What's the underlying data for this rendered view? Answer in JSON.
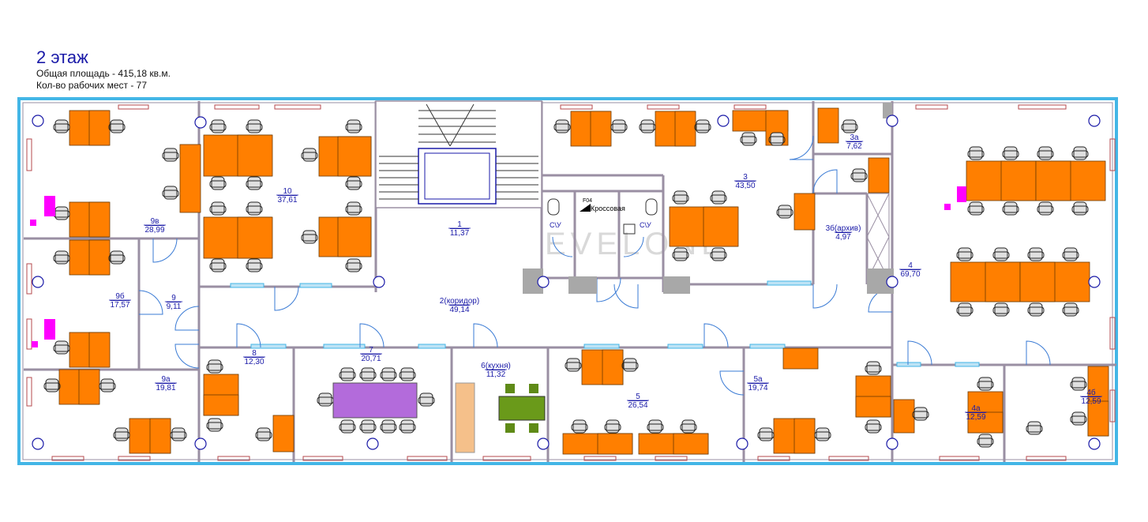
{
  "header": {
    "title": "2 этаж",
    "total_area": "Общая площадь - 415,18 кв.м.",
    "workplaces": "Кол-во рабочих мест -  77"
  },
  "rooms": [
    {
      "id": "1",
      "name": "1",
      "area": "11,37"
    },
    {
      "id": "2",
      "name": "2(коридор)",
      "area": "49,14"
    },
    {
      "id": "3",
      "name": "3",
      "area": "43,50"
    },
    {
      "id": "3a",
      "name": "3а",
      "area": "7,62"
    },
    {
      "id": "3b",
      "name": "3б(архив)",
      "area": "4,97"
    },
    {
      "id": "4",
      "name": "4",
      "area": "69,70"
    },
    {
      "id": "4a",
      "name": "4а",
      "area": "12,59"
    },
    {
      "id": "4b",
      "name": "4б",
      "area": "12,59"
    },
    {
      "id": "5",
      "name": "5",
      "area": "26,54"
    },
    {
      "id": "5a",
      "name": "5а",
      "area": "19,74"
    },
    {
      "id": "6",
      "name": "6(кухня)",
      "area": "11,32"
    },
    {
      "id": "7",
      "name": "7",
      "area": "20,71"
    },
    {
      "id": "8",
      "name": "8",
      "area": "12,30"
    },
    {
      "id": "9",
      "name": "9",
      "area": "9,11"
    },
    {
      "id": "9a",
      "name": "9а",
      "area": "19,81"
    },
    {
      "id": "9b",
      "name": "9б",
      "area": "17,57"
    },
    {
      "id": "9v",
      "name": "9в",
      "area": "28,99"
    },
    {
      "id": "10",
      "name": "10",
      "area": "37,61"
    }
  ],
  "labels": {
    "wc1": "С\\У",
    "wc2": "С\\У",
    "server_code": "F04",
    "server_name": "Кроссовая"
  },
  "watermark": "EVELONE",
  "colors": {
    "wall": "#9a8fa3",
    "outer_wall": "#43b6e6",
    "desk": "#ff7f00",
    "meeting_table": "#b36bdb",
    "kitchen_table": "#6a9a1a",
    "text": "#1a1aa8",
    "door": "#3a7bd5",
    "radiator": "#b5484d",
    "socket": "#ff00ff"
  }
}
